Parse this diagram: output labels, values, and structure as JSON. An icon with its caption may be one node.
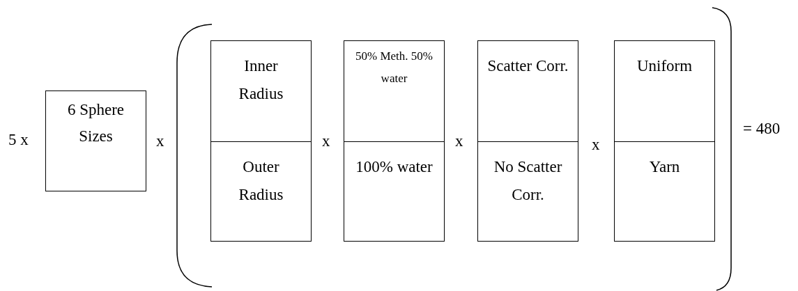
{
  "diagram": {
    "nodes": [
      {
        "text": [
          "6 Sphere Sizes"
        ]
      },
      {
        "text": [
          "Inner Radius",
          "Outer Radius"
        ]
      },
      {
        "text": [
          "50% Meth. 50% water",
          "100% water"
        ]
      },
      {
        "text": [
          "Scatter Corr.",
          "No Scatter Corr."
        ]
      },
      {
        "text": [
          "Uniform",
          "Yarn"
        ]
      }
    ],
    "labels": [
      "5 x",
      "x",
      "x",
      "x",
      "x",
      "= 480"
    ]
  }
}
